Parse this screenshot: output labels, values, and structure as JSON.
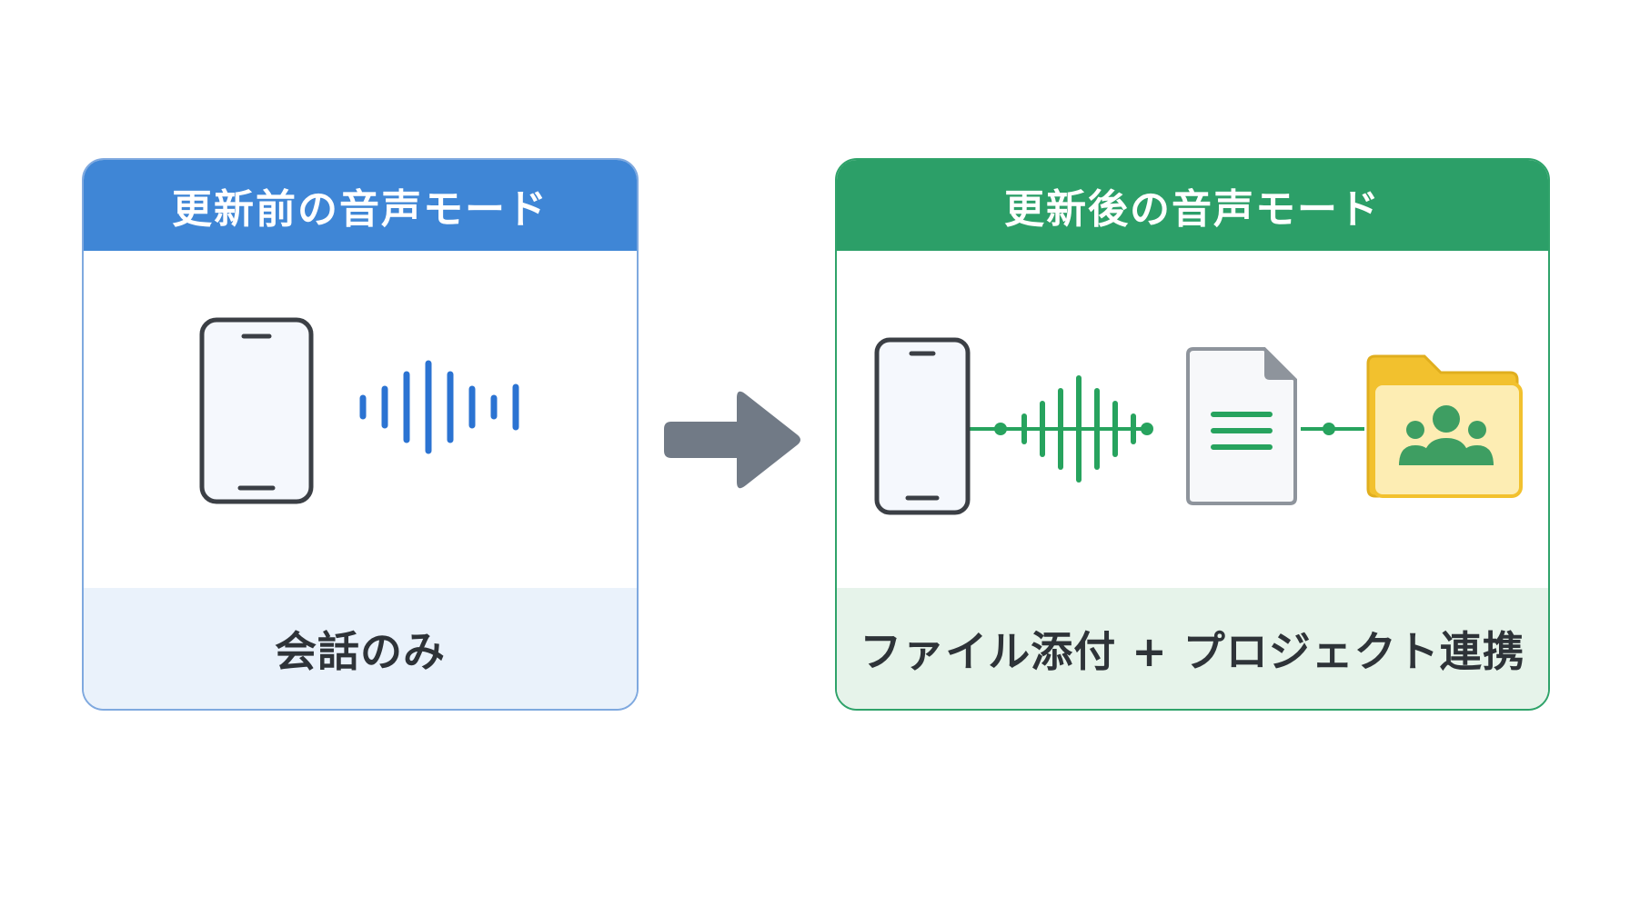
{
  "before": {
    "title": "更新前の音声モード",
    "caption": "会話のみ",
    "accent": "#3F86D6"
  },
  "after": {
    "title": "更新後の音声モード",
    "caption": "ファイル添付 + プロジェクト連携",
    "accent": "#2C9F68"
  },
  "icons": {
    "before": [
      "smartphone-icon",
      "sound-wave-icon"
    ],
    "after": [
      "smartphone-icon",
      "sound-wave-icon",
      "document-icon",
      "shared-folder-icon"
    ],
    "transition": "right-arrow-icon"
  },
  "colors": {
    "wave_blue": "#2B73D2",
    "wave_green": "#27A35E",
    "arrow_gray": "#717A86",
    "folder_yellow": "#F2C12E",
    "folder_fill": "#FDEDB3"
  }
}
